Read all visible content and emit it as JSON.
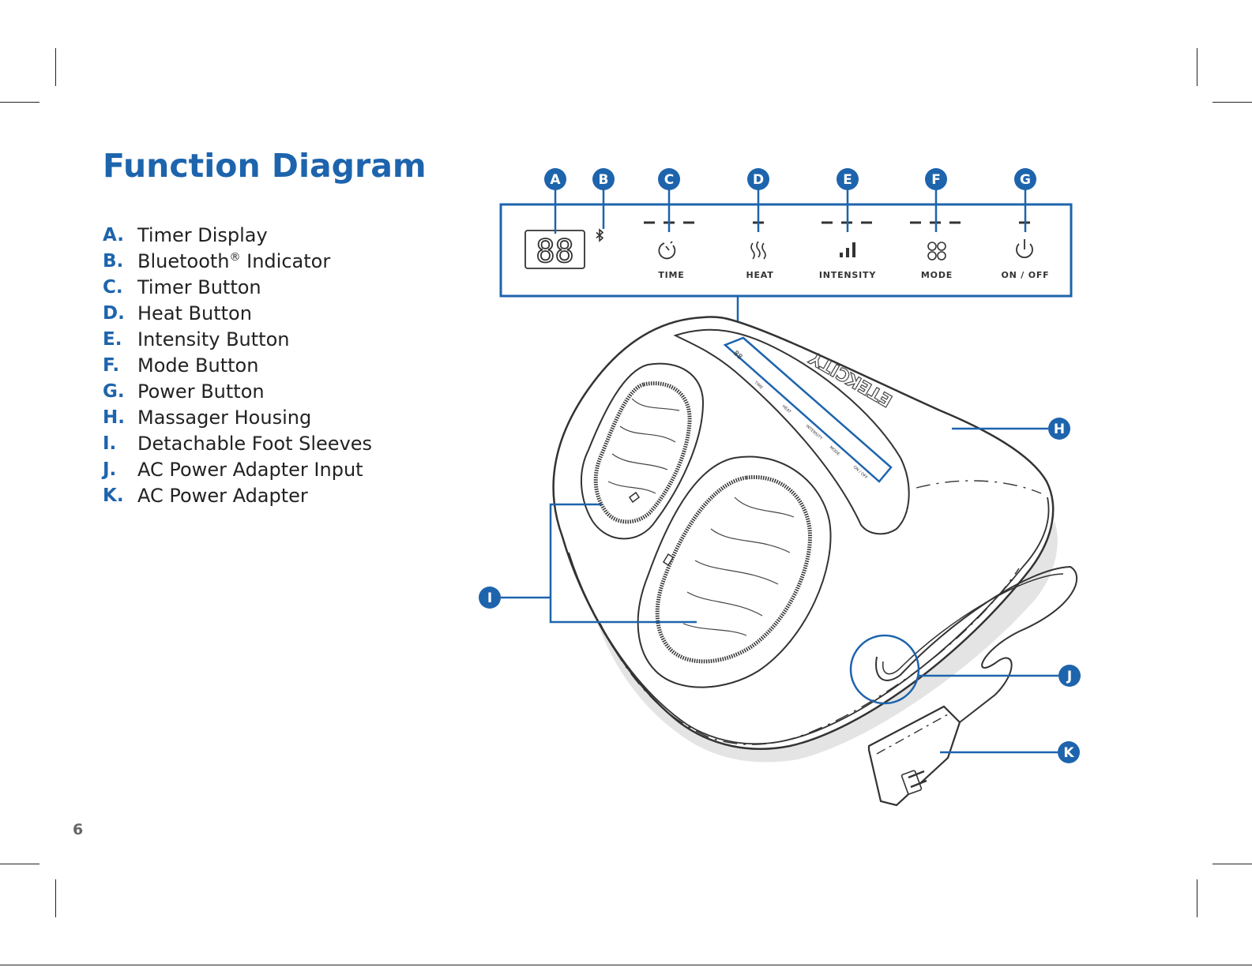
{
  "title": "Function Diagram",
  "page_number": "6",
  "legend": [
    {
      "letter": "A.",
      "label": "Timer Display",
      "sup": ""
    },
    {
      "letter": "B.",
      "label": "Bluetooth",
      "sup": "®",
      "suffix": " Indicator"
    },
    {
      "letter": "C.",
      "label": "Timer Button",
      "sup": ""
    },
    {
      "letter": "D.",
      "label": "Heat Button",
      "sup": ""
    },
    {
      "letter": "E.",
      "label": "Intensity Button",
      "sup": ""
    },
    {
      "letter": "F.",
      "label": "Mode Button",
      "sup": ""
    },
    {
      "letter": "G.",
      "label": "Power Button",
      "sup": ""
    },
    {
      "letter": "H.",
      "label": "Massager Housing",
      "sup": ""
    },
    {
      "letter": "I.",
      "label": "Detachable Foot Sleeves",
      "sup": ""
    },
    {
      "letter": "J.",
      "label": "AC Power Adapter Input",
      "sup": ""
    },
    {
      "letter": "K.",
      "label": "AC Power Adapter",
      "sup": ""
    }
  ],
  "callouts": {
    "a": "A",
    "b": "B",
    "c": "C",
    "d": "D",
    "e": "E",
    "f": "F",
    "g": "G",
    "h": "H",
    "i": "I",
    "j": "J",
    "k": "K"
  },
  "panel": {
    "display": "88",
    "time_label": "TIME",
    "heat_label": "HEAT",
    "intensity_label": "INTENSITY",
    "mode_label": "MODE",
    "power_label": "ON / OFF"
  },
  "device": {
    "brand": "ETEKCITY",
    "mini_display": "88",
    "mini_time": "TIME",
    "mini_heat": "HEAT",
    "mini_intensity": "INTENSITY",
    "mini_mode": "MODE",
    "mini_power": "ON / OFF"
  },
  "icons": {
    "bluetooth": "bluetooth-icon",
    "timer": "timer-icon",
    "heat": "heat-icon",
    "intensity": "signal-bars-icon",
    "mode": "clover-icon",
    "power": "power-icon"
  },
  "colors": {
    "accent": "#1d64ad",
    "line": "#333333",
    "shadow": "#e4e4e4"
  }
}
